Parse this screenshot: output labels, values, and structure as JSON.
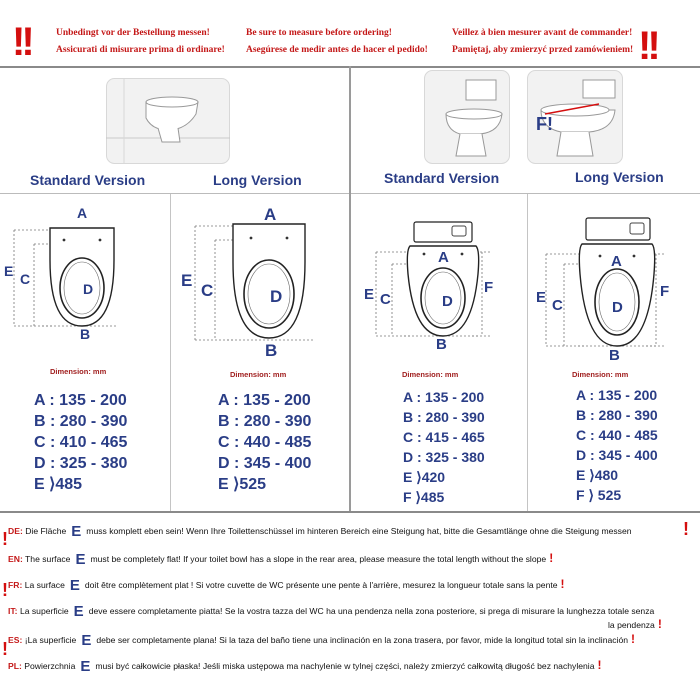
{
  "warnings": {
    "de": "Unbedingt vor der Bestellung messen!",
    "it": "Assicurati di misurare prima di ordinare!",
    "en": "Be sure to measure before ordering!",
    "es": "Asegúrese de medir antes de hacer el pedido!",
    "fr": "Veillez à bien mesurer avant de commander!",
    "pl": "Pamiętaj, aby zmierzyć przed zamówieniem!",
    "exclaim": "!!"
  },
  "sections": [
    {
      "standard_title": "Standard Version",
      "long_title": "Long Version",
      "figure_marker": ""
    },
    {
      "standard_title": "Standard Version",
      "long_title": "Long Version",
      "figure_marker": "F!"
    }
  ],
  "dimension_caption": "Dimension: mm",
  "labels": {
    "a": "A",
    "b": "B",
    "c": "C",
    "d": "D",
    "e": "E",
    "f": "F"
  },
  "specs": [
    {
      "a": "A : 135 - 200",
      "b": "B : 280 - 390",
      "c": "C : 410 - 465",
      "d": "D : 325 - 380",
      "e": "E ⟩485"
    },
    {
      "a": "A : 135 - 200",
      "b": "B : 280 - 390",
      "c": "C : 440 - 485",
      "d": "D : 345 - 400",
      "e": "E ⟩525"
    },
    {
      "a": "A : 135 - 200",
      "b": "B : 280 - 390",
      "c": "C : 415 - 465",
      "d": "D : 325 - 380",
      "e": "E ⟩420",
      "f": "F ⟩485"
    },
    {
      "a": "A : 135 - 200",
      "b": "B : 280 - 390",
      "c": "C : 440 - 485",
      "d": "D : 345 - 400",
      "e": "E ⟩480",
      "f": "F ⟩ 525"
    }
  ],
  "notes": [
    {
      "code": "DE:",
      "pre": "Die Fläche",
      "e": "E",
      "post": "muss komplett eben sein! Wenn Ihre Toilettenschüssel im hinteren Bereich eine Steigung hat, bitte die Gesamtlänge ohne die Steigung messen",
      "cont": ""
    },
    {
      "code": "EN:",
      "pre": "The surface",
      "e": "E",
      "post": "must be completely flat! If your toilet bowl has a slope in the rear area, please measure the total length without the slope",
      "cont": ""
    },
    {
      "code": "FR:",
      "pre": "La surface",
      "e": "E",
      "post": "doit être complètement plat ! Si votre cuvette de WC présente une pente à l'arrière, mesurez la longueur totale sans la pente",
      "cont": ""
    },
    {
      "code": "IT:",
      "pre": "La superficie",
      "e": "E",
      "post": "deve essere completamente piatta! Se la vostra tazza del WC ha una pendenza nella zona posteriore, si prega di misurare la lunghezza totale senza",
      "cont": "la pendenza"
    },
    {
      "code": "ES:",
      "pre": "¡La superficie",
      "e": "E",
      "post": "debe ser completamente plana! Si la taza del baño tiene una inclinación en la zona trasera, por favor, mide la longitud total sin la inclinación",
      "cont": ""
    },
    {
      "code": "PL:",
      "pre": "Powierzchnia",
      "e": "E",
      "post": "musi być całkowicie płaska! Jeśli miska ustępowa ma nachylenie w tylnej części, należy zmierzyć całkowitą długość bez nachylenia",
      "cont": ""
    }
  ],
  "colors": {
    "red": "#d40f0f",
    "navy": "#2a3d86",
    "line": "#8a8a8a"
  }
}
